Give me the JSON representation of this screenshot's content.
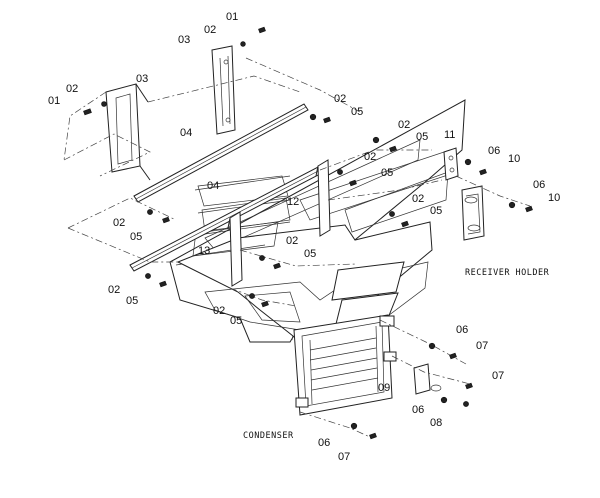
{
  "figure": {
    "captions": {
      "receiver_holder": "RECEIVER HOLDER",
      "condenser": "CONDENSER"
    },
    "callouts": [
      "01",
      "02",
      "03",
      "01",
      "02",
      "03",
      "04",
      "02",
      "05",
      "02",
      "05",
      "02",
      "05",
      "11",
      "06",
      "10",
      "06",
      "10",
      "04",
      "12",
      "02",
      "05",
      "02",
      "05",
      "13",
      "02",
      "05",
      "02",
      "05",
      "02",
      "05",
      "06",
      "07",
      "09",
      "07",
      "06",
      "08",
      "06",
      "07"
    ]
  }
}
